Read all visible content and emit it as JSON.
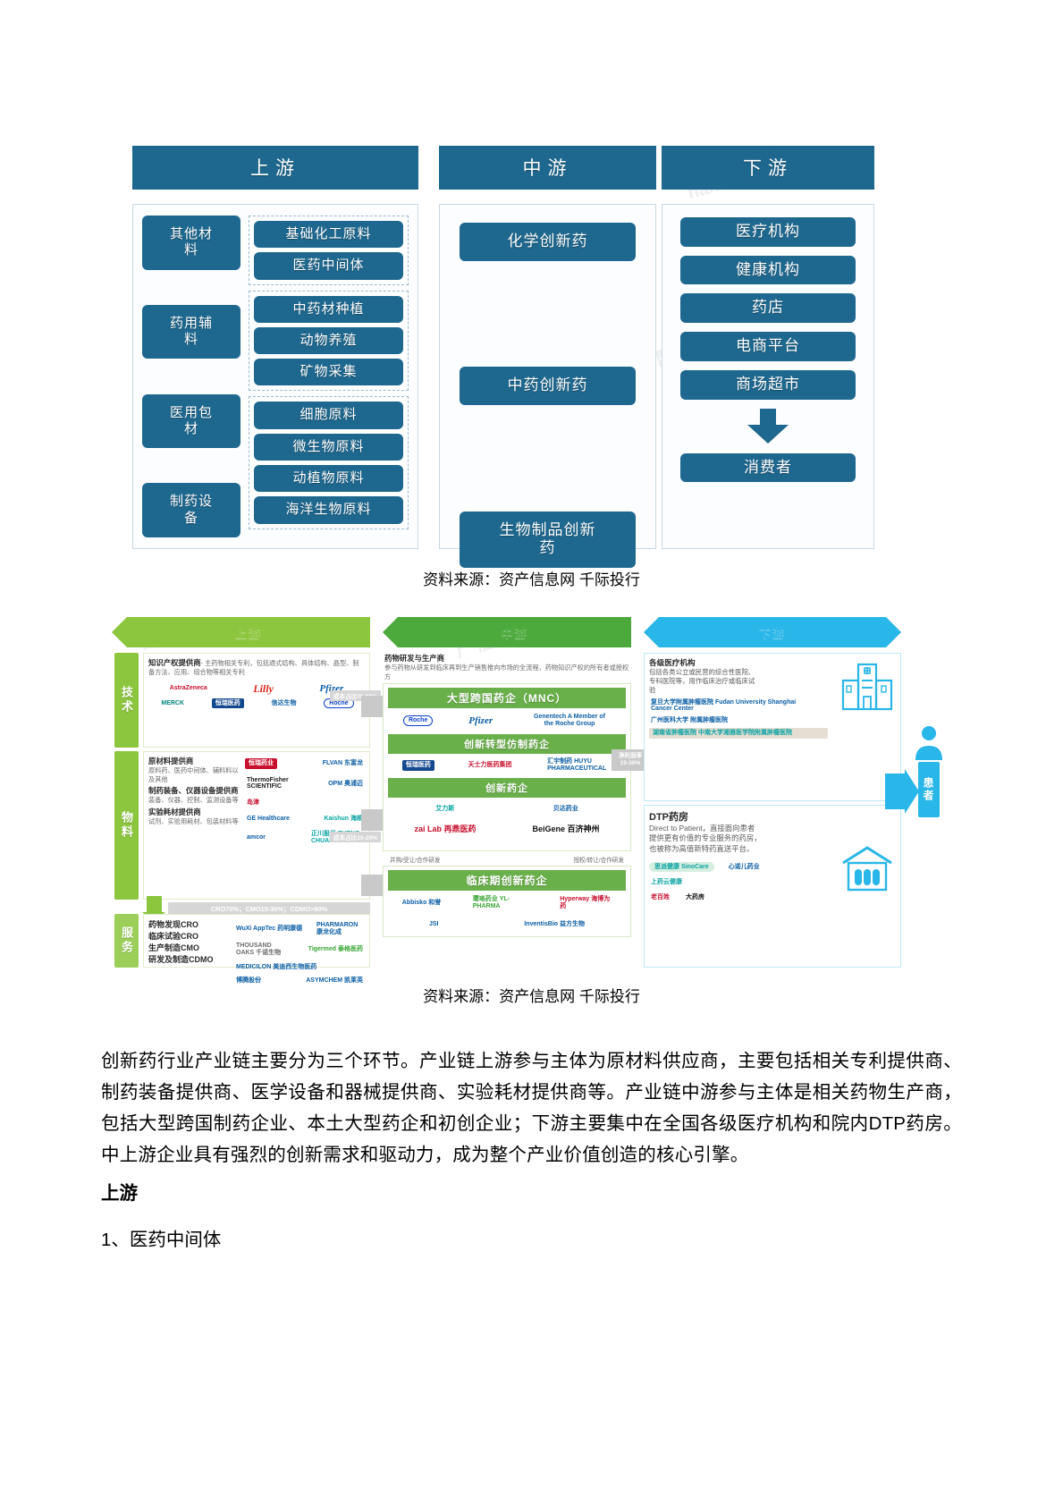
{
  "figure1": {
    "columns": [
      {
        "header": "上游",
        "left_items": [
          "其他材\n料",
          "药用辅\n料",
          "医用包\n材",
          "制药设\n备"
        ],
        "groups": [
          {
            "items": [
              "基础化工原料",
              "医药中间体"
            ]
          },
          {
            "items": [
              "中药材种植",
              "动物养殖",
              "矿物采集"
            ]
          },
          {
            "items": [
              "细胞原料",
              "微生物原料",
              "动植物原料",
              "海洋生物原料"
            ]
          }
        ]
      },
      {
        "header": "中游",
        "items": [
          "化学创新药",
          "中药创新药",
          "生物制品创新\n药"
        ]
      },
      {
        "header": "下游",
        "items": [
          "医疗机构",
          "健康机构",
          "药店",
          "电商平台",
          "商场超市"
        ],
        "arrow": "down-arrow",
        "final": "消费者"
      }
    ]
  },
  "caption1": "资料来源：资产信息网 千际投行",
  "figure2": {
    "arrows": [
      {
        "label": "上游",
        "color": "#8cc63e"
      },
      {
        "label": "中游",
        "color": "#4caa3c"
      },
      {
        "label": "下游",
        "color": "#29b6e8"
      }
    ],
    "upstream": {
      "rails": [
        "技术",
        "物料",
        "服务"
      ],
      "blocks": [
        {
          "title": "知识产权提供商",
          "desc": "- 主药物相关专利，包括通式结构、具体结构、晶型、制备方法、应用、组合物等相关专利",
          "cost_tag": "成本占比70-90%",
          "logos": [
            "AstraZeneca",
            "Lilly",
            "Pfizer",
            "MERCK",
            "恒瑞医药",
            "信达生物",
            "Roche"
          ]
        },
        {
          "title1": "原材料提供商",
          "desc1": "原料药、医药中间体、辅料料以及其他",
          "title2": "制药装备、仪器设备提供商",
          "desc2": "装备、仪器、控制、监测设备等",
          "title3": "实验耗材提供商",
          "desc3": "试剂、实验用耗材、包装材料等",
          "cost_tag": "成本占比10-20%",
          "logos": [
            "恒瑞药业",
            "FLVAN 东富龙",
            "ThermoFisher SCIENTIFIC",
            "OPM 奥浦迈",
            "岛津",
            "GE Healthcare",
            "Kaishun 海顺",
            "amcor",
            "正川股份 ZHENG CHUAN"
          ]
        },
        {
          "cost_bar": "CRO70%；CMO15-30%；CDMO>80%",
          "items": [
            "药物发现CRO",
            "临床试验CRO",
            "生产制造CMO",
            "研发及制造CDMO"
          ],
          "logos": [
            "WuXi AppTec 药明康德",
            "PHARMARON 康龙化成",
            "THOUSAND OAKS 千诺生物",
            "Tigermed 泰格医药",
            "MEDICILON 美迪西生物医药",
            "博腾股份",
            "ASYMCHEM 凯莱英"
          ]
        }
      ]
    },
    "midstream": {
      "title": "药物研发与生产商",
      "desc": "参与药物从研发到临床再到生产销售推向市场的全流程，药物知识产权的所有者或授权方",
      "sections": [
        {
          "header": "大型跨国药企（MNC）",
          "logos": [
            "Roche",
            "Pfizer",
            "Genentech A Member of the Roche Group"
          ]
        },
        {
          "header": "创新转型仿制药企",
          "logos": [
            "恒瑞医药",
            "天士力医药集团",
            "汇宇制药 HUYU PHARMACEUTICAL"
          ]
        },
        {
          "header": "创新药企",
          "logos": [
            "zai Lab 再鼎医药",
            "艾力斯",
            "贝达药业",
            "BeiGene 百济神州"
          ]
        },
        {
          "header": "临床期创新药企",
          "logos": [
            "Abbisko 和誉",
            "璎珞药业 YL-PHARMA",
            "Hyperway 海博为药",
            "JSI",
            "InventisBio 益方生物"
          ]
        }
      ],
      "flow_left": "并购/受让/合作研发",
      "flow_right": "授权/转让/合作研发"
    },
    "downstream": {
      "blocks": [
        {
          "title": "各级医疗机构",
          "desc": "包括各类公立或民营的综合性医院、专科医院等，用作临床治疗或临床试验",
          "icon": "hospital-icon",
          "logos": [
            "复旦大学附属肿瘤医院 Fudan University Shanghai Cancer Center",
            "广州医科大学 附属肿瘤医院",
            "湖南省肿瘤医院 中南大学湘雅医学院附属肿瘤医院"
          ]
        },
        {
          "title": "DTP药房",
          "desc": "Direct to Patient，直接面向患者提供更有价值的专业服务的药房，也被称为高值新特药直送平台。",
          "icon": "pharmacy-icon",
          "logos": [
            "思派健康 SinoCare",
            "心诺儿药业",
            "上药云健康",
            "老百姓",
            "大药房"
          ]
        }
      ],
      "margin_tag": "净利润率\n15-30%",
      "patient": "患者"
    },
    "transition_tags": [
      "成本占比70-90%",
      "成本占比10-20%",
      "CRO70%；CMO15-30%；CDMO>80%"
    ]
  },
  "caption2": "资料来源：资产信息网 千际投行",
  "paragraph1": "创新药行业产业链主要分为三个环节。产业链上游参与主体为原材料供应商，主要包括相关专利提供商、制药装备提供商、医学设备和器械提供商、实验耗材提供商等。产业链中游参与主体是相关药物生产商，包括大型跨国制药企业、本土大型药企和初创企业；下游主要集中在全国各级医疗机构和院内DTP药房。中上游企业具有强烈的创新需求和驱动力，成为整个产业价值创造的核心引擎。",
  "heading_upstream": "上游",
  "item1": "1、医药中间体",
  "watermarks": [
    "chanxin.com",
    "资产信息网",
    "chanxin.com"
  ],
  "colors": {
    "fig1_blue": "#1e688f",
    "green": "#8cc63e",
    "green_dark": "#6ab04a",
    "blue_cyan": "#29b6e8",
    "grey_tag": "#d6d6d6"
  }
}
